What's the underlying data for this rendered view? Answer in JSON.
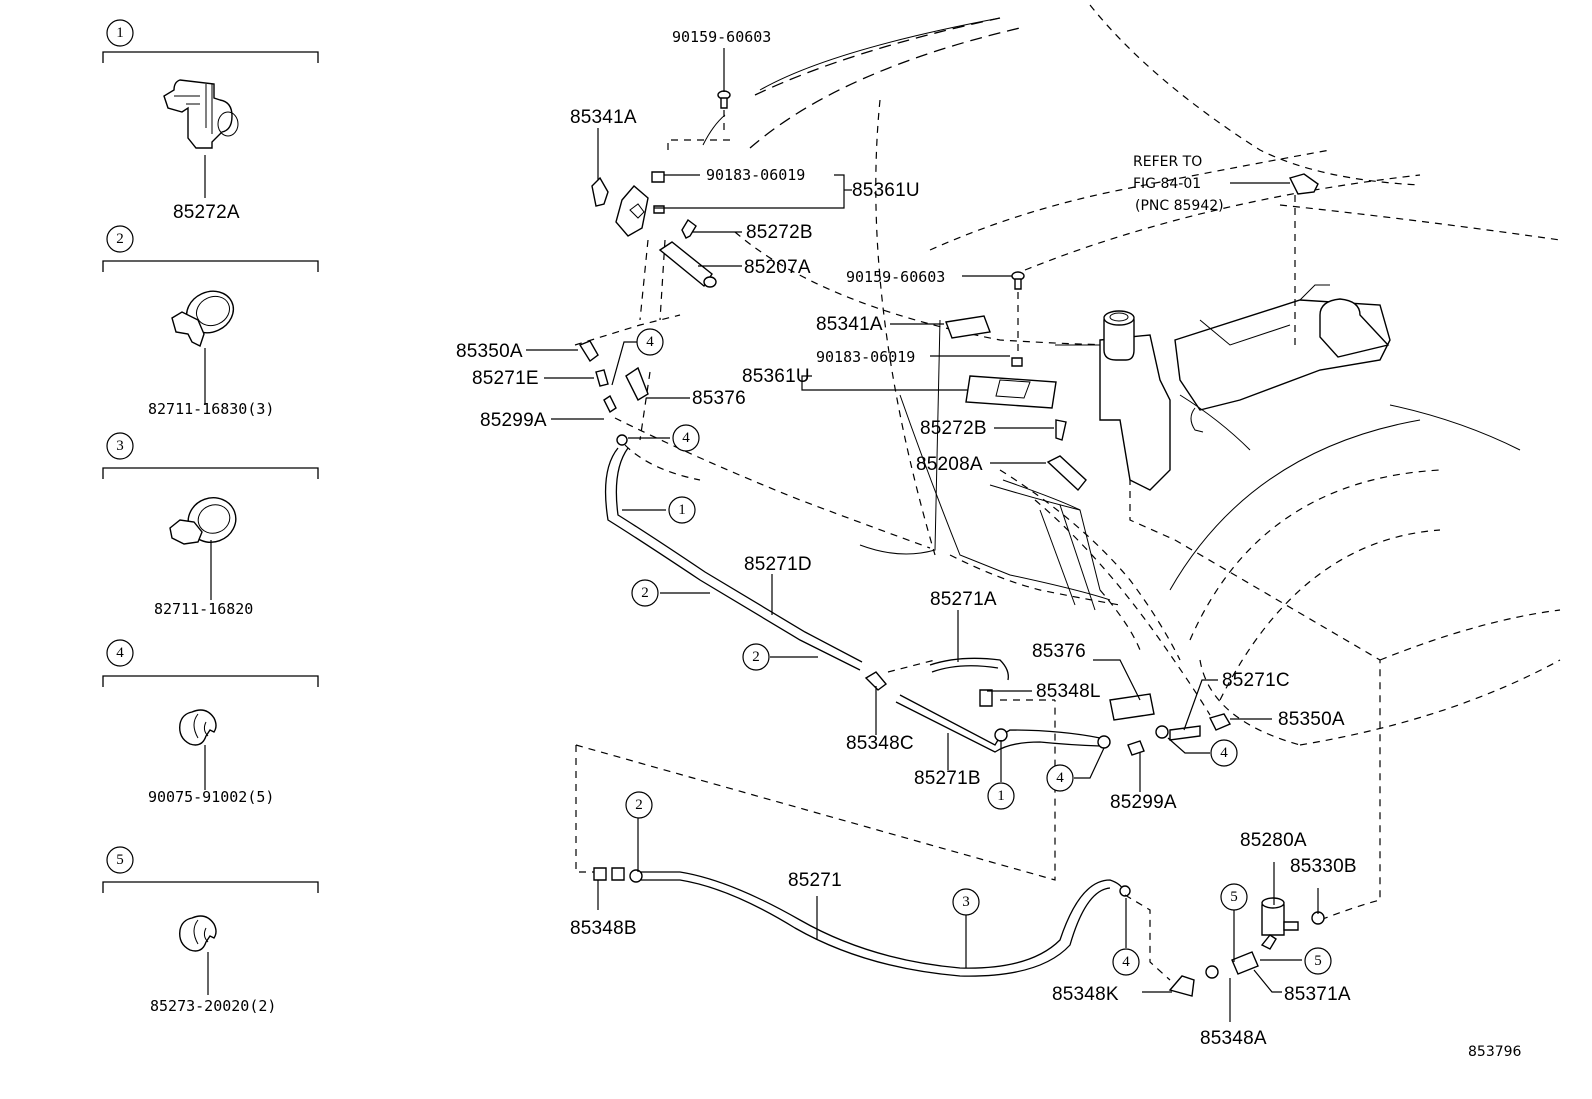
{
  "legend": {
    "items": [
      {
        "number": "1",
        "part": "85272A"
      },
      {
        "number": "2",
        "part": "82711-16830(3)"
      },
      {
        "number": "3",
        "part": "82711-16820"
      },
      {
        "number": "4",
        "part": "90075-91002(5)"
      },
      {
        "number": "5",
        "part": "85273-20020(2)"
      }
    ]
  },
  "labels": {
    "p90159_top": "90159-60603",
    "p85341A_left": "85341A",
    "p90183_top": "90183-06019",
    "p85361U_top": "85361U",
    "p85272B_top": "85272B",
    "p85207A": "85207A",
    "p90159_mid": "90159-60603",
    "p85341A_right": "85341A",
    "p90183_mid": "90183-06019",
    "p85361U_mid": "85361U",
    "p85272B_mid": "85272B",
    "p85208A": "85208A",
    "p85350A_left": "85350A",
    "p85271E": "85271E",
    "p85376_left": "85376",
    "p85299A_left": "85299A",
    "p85271D": "85271D",
    "p85271A": "85271A",
    "p85376_right": "85376",
    "p85348L": "85348L",
    "p85271C": "85271C",
    "p85350A_right": "85350A",
    "p85348C": "85348C",
    "p85271B": "85271B",
    "p85299A_right": "85299A",
    "p85271": "85271",
    "p85348B": "85348B",
    "p85280A": "85280A",
    "p85330B": "85330B",
    "p85348K": "85348K",
    "p85371A": "85371A",
    "p85348A": "85348A"
  },
  "callouts": {
    "c4a": "4",
    "c4b": "4",
    "c1a": "1",
    "c2a": "2",
    "c2b": "2",
    "c1b": "1",
    "c4c": "4",
    "c4d": "4",
    "c2c": "2",
    "c3a": "3",
    "c4e": "4",
    "c5a": "5",
    "c5b": "5"
  },
  "reference": {
    "line1": "REFER TO",
    "line2": "FIG 84-01",
    "line3": "(PNC 85942)"
  },
  "figure_id": "853796"
}
